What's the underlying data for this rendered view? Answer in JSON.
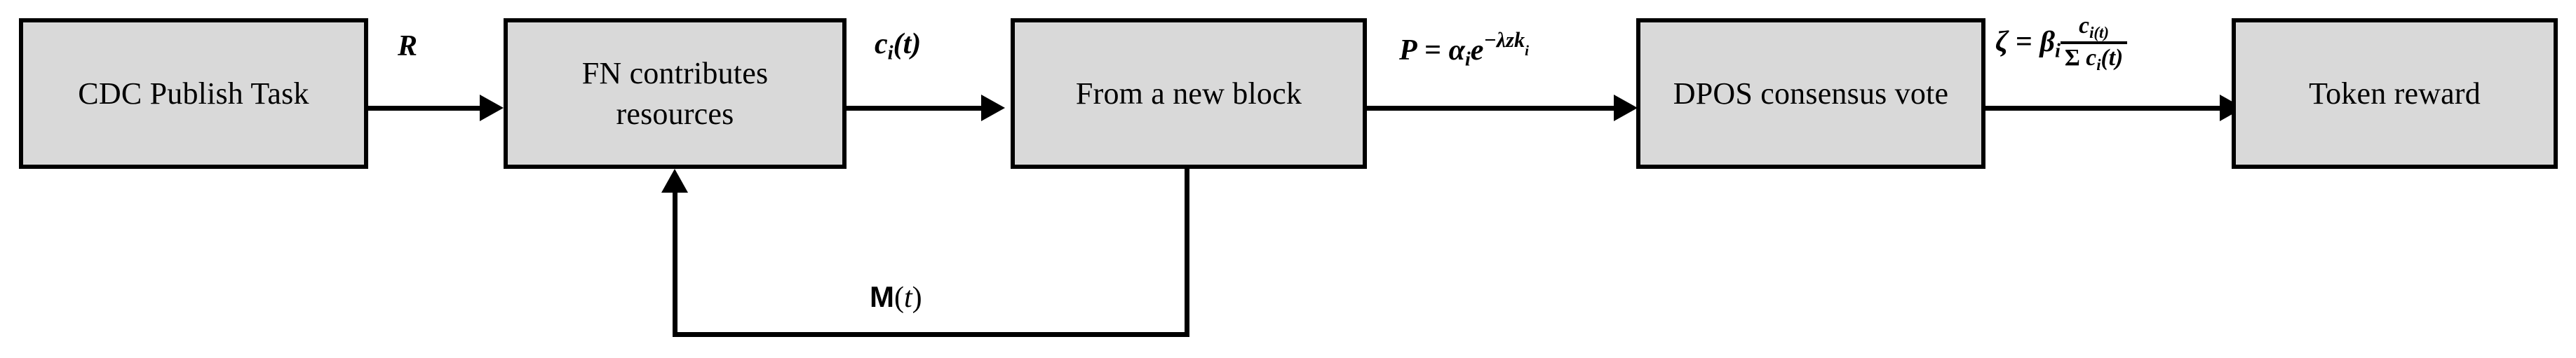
{
  "diagram": {
    "title": "CDC incentive and consensus flow",
    "background_color": "#ffffff",
    "node_fill_color": "#d9d9d9",
    "node_border_color": "#000000",
    "connector_color": "#000000",
    "nodes": [
      {
        "id": "cdc-publish-task",
        "label": "CDC Publish Task"
      },
      {
        "id": "fn-contributes",
        "label": "FN contributes\nresources"
      },
      {
        "id": "from-new-block",
        "label": "From a new block"
      },
      {
        "id": "dpos-consensus",
        "label": "DPOS consensus vote"
      },
      {
        "id": "token-reward",
        "label": "Token reward"
      }
    ],
    "edges": [
      {
        "id": "edge-r",
        "from": "cdc-publish-task",
        "to": "fn-contributes",
        "label_plain": "R",
        "parts": [
          {
            "type": "var",
            "text": "R"
          }
        ]
      },
      {
        "id": "edge-ci-t",
        "from": "fn-contributes",
        "to": "from-new-block",
        "label_plain": "c_i(t)",
        "parts": [
          {
            "type": "var",
            "text": "c"
          },
          {
            "type": "sub",
            "text": "i"
          },
          {
            "type": "var",
            "text": "(t)"
          }
        ]
      },
      {
        "id": "edge-p-formula",
        "from": "from-new-block",
        "to": "dpos-consensus",
        "label_plain": "P = αᵢe^(−λzkᵢ)",
        "parts": [
          {
            "type": "var",
            "text": "P"
          },
          {
            "type": "op",
            "text": " = "
          },
          {
            "type": "var",
            "text": "α"
          },
          {
            "type": "sub",
            "text": "i"
          },
          {
            "type": "var",
            "text": "e"
          },
          {
            "type": "sup",
            "text": "−λzk"
          },
          {
            "type": "sup-sub",
            "text": "i"
          }
        ]
      },
      {
        "id": "edge-zeta-formula",
        "from": "dpos-consensus",
        "to": "token-reward",
        "label_plain": "ζ = βᵢ · c_i(t) / Σ c_i(t)",
        "parts": [
          {
            "type": "var",
            "text": "ζ"
          },
          {
            "type": "op",
            "text": " = "
          },
          {
            "type": "var",
            "text": "β"
          },
          {
            "type": "sub",
            "text": "i"
          }
        ],
        "fraction": {
          "numerator_plain": "c_i(t)",
          "numerator": {
            "base": "c",
            "sub": "i(t)"
          },
          "denominator_plain": "Σ c_i(t)",
          "denominator": {
            "prefix": "Σ ",
            "base": "c",
            "sub": "i",
            "suffix": "(t)"
          }
        }
      }
    ],
    "feedback_edge": {
      "id": "edge-m-t",
      "from": "from-new-block",
      "to": "fn-contributes",
      "label_plain": "M(t)",
      "parts": [
        {
          "type": "sans-bold",
          "text": "M"
        },
        {
          "type": "paren",
          "text": "("
        },
        {
          "type": "italic",
          "text": "t"
        },
        {
          "type": "paren",
          "text": ")"
        }
      ]
    }
  }
}
